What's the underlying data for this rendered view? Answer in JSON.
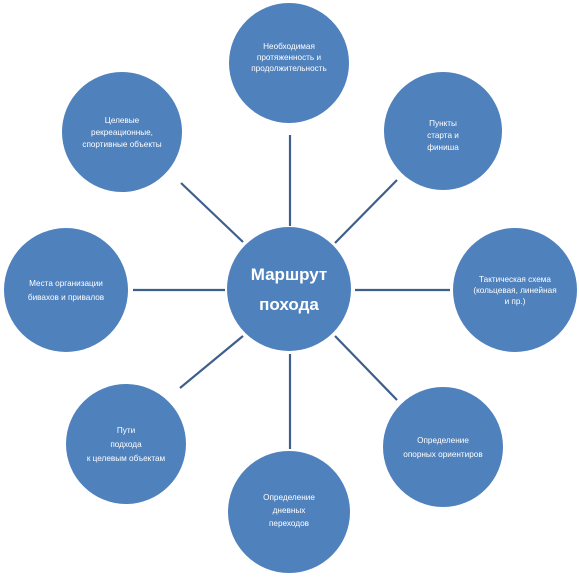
{
  "colors": {
    "node_fill": "#4f81bd",
    "connector": "#3e5f8a",
    "text": "#ffffff",
    "background": "#ffffff"
  },
  "center": {
    "lines": [
      "Маршрут",
      "похода"
    ]
  },
  "nodes": [
    {
      "id": "top",
      "lines": [
        "Необходимая",
        "протяженность и",
        "продолжительность"
      ]
    },
    {
      "id": "top-right",
      "lines": [
        "Пункты",
        "старта и",
        "финиша"
      ]
    },
    {
      "id": "right",
      "lines": [
        "Тактическая  схема",
        "(кольцевая,  линейная",
        "и пр.)"
      ]
    },
    {
      "id": "bottom-right",
      "lines": [
        "Определение",
        "опорных ориентиров"
      ]
    },
    {
      "id": "bottom",
      "lines": [
        "Определение",
        "дневных",
        "переходов"
      ]
    },
    {
      "id": "bottom-left",
      "lines": [
        "Пути",
        "подхода",
        "к целевым объектам"
      ]
    },
    {
      "id": "left",
      "lines": [
        "Места организации",
        "бивахов  и привалов"
      ]
    },
    {
      "id": "top-left",
      "lines": [
        "Целевые",
        "рекреационные,",
        "спортивные  объекты"
      ]
    }
  ]
}
